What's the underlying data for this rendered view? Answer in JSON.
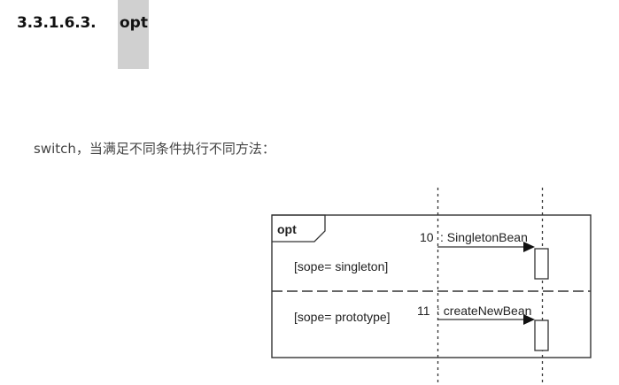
{
  "heading": {
    "number": "3.3.1.6.3.",
    "code": "opt"
  },
  "description": "switch，当满足不同条件执行不同方法：",
  "diagram": {
    "frame_label": "opt",
    "guard_1": "[sope= singleton]",
    "guard_2": "[sope= prototype]",
    "message_1_number": "10",
    "message_1_text": ": SingletonBean",
    "message_2_number": "11",
    "message_2_text": ": createNewBean"
  }
}
